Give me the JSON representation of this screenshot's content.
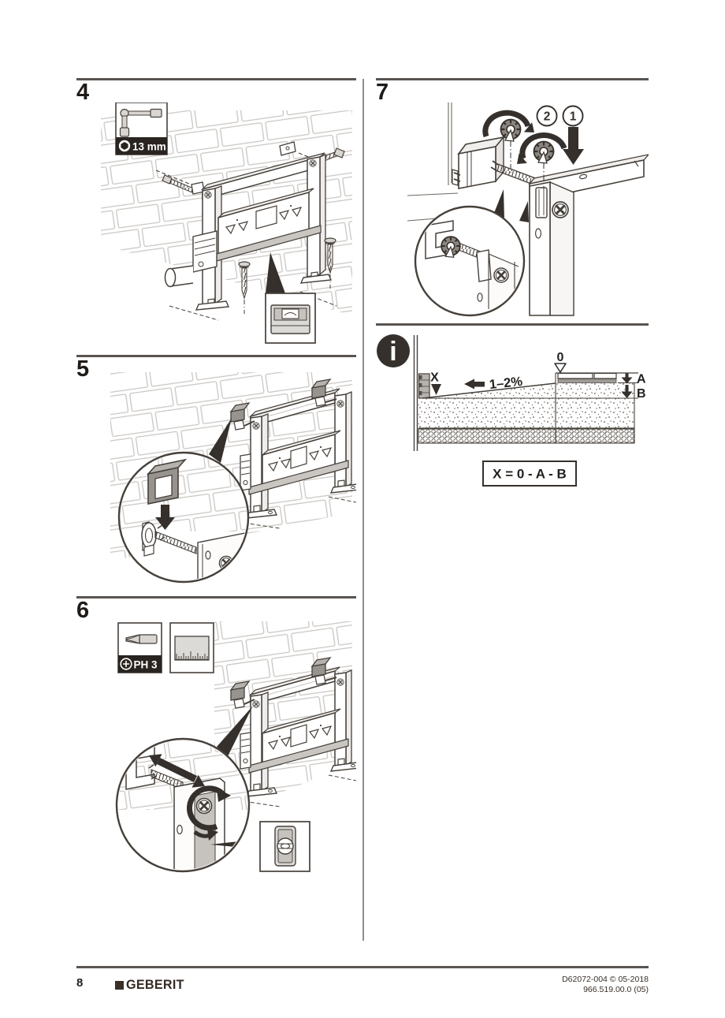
{
  "steps": {
    "s4": {
      "number": "4",
      "tool_label": "13 mm"
    },
    "s5": {
      "number": "5"
    },
    "s6": {
      "number": "6",
      "tool_label": "PH 3"
    },
    "s7": {
      "number": "7",
      "marker_1": "1",
      "marker_2": "2"
    }
  },
  "info_diagram": {
    "icon_glyph": "i",
    "zero_label": "0",
    "x_label": "X",
    "slope_label": "1–2%",
    "a_label": "A",
    "b_label": "B",
    "formula": "X = 0 - A - B"
  },
  "footer": {
    "page_number": "8",
    "brand": "GEBERIT",
    "doc_code": "D62072-004 © 05-2018",
    "doc_version": "966.519.00.0 (05)"
  },
  "colors": {
    "ink": "#46403a",
    "arrow": "#35302b",
    "badge_bg": "#2a2420",
    "brand": "#352a24"
  }
}
